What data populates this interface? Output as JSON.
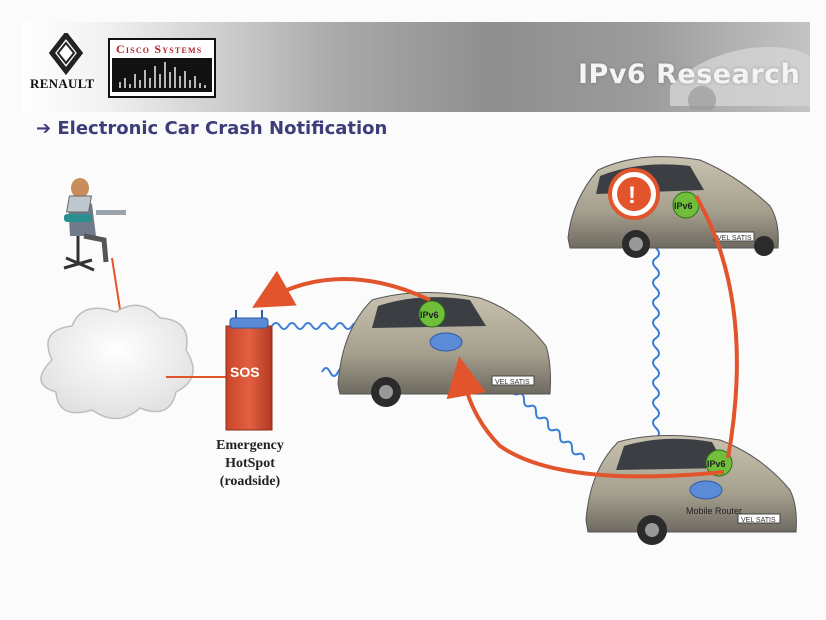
{
  "header": {
    "renault_word": "RENAULT",
    "cisco_word": "Cisco Systems",
    "brand_title": "IPv6 Research"
  },
  "page_title": {
    "arrow": "➔",
    "text": "Electronic Car Crash Notification"
  },
  "hotspot": {
    "sign_text": "SOS",
    "label_line1": "Emergency",
    "label_line2": "HotSpot",
    "label_line3": "(roadside)"
  },
  "badges": {
    "ipv6": "IPv6",
    "alert": "!"
  },
  "cars": {
    "plate_text": "VEL SATIS",
    "mobile_router_label": "Mobile Router"
  },
  "colors": {
    "link_red": "#e2542c",
    "radio_blue": "#3a7fd6",
    "badge_green": "#6fbf3a",
    "hotspot_red": "#d8502d",
    "title_navy": "#3d3d7a"
  }
}
